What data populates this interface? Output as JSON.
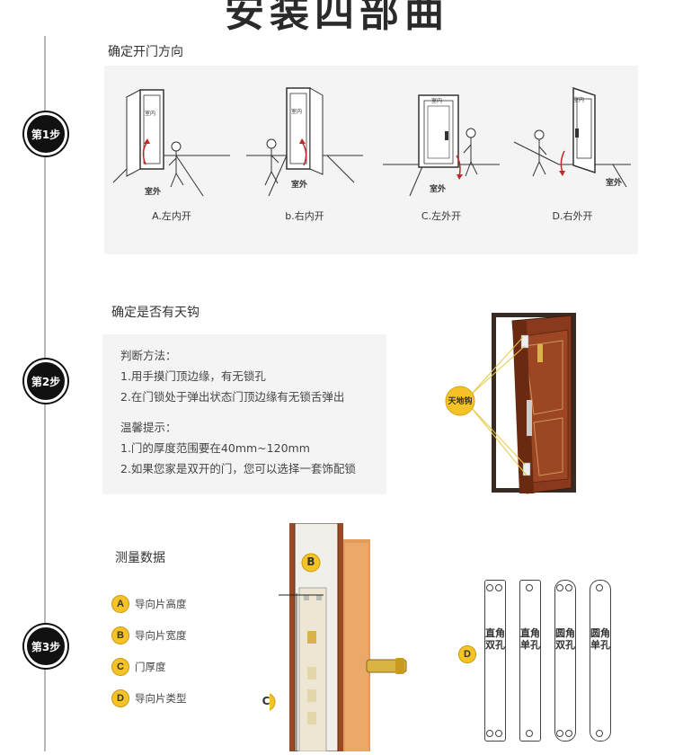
{
  "page": {
    "title": "安装四部曲"
  },
  "steps": [
    {
      "badge": "第1步"
    },
    {
      "badge": "第2步"
    },
    {
      "badge": "第3步"
    }
  ],
  "step1": {
    "title": "确定开门方向",
    "doors": [
      {
        "inside": "室内",
        "outside": "室外",
        "caption": "A.左内开"
      },
      {
        "inside": "室内",
        "outside": "室外",
        "caption": "b.右内开"
      },
      {
        "inside": "室内",
        "outside": "室外",
        "caption": "C.左外开"
      },
      {
        "inside": "室内",
        "outside": "室外",
        "caption": "D.右外开"
      }
    ]
  },
  "step2": {
    "title": "确定是否有天钩",
    "method_title": "判断方法：",
    "method_lines": [
      "1.用手摸门顶边缘，有无锁孔",
      "2.在门锁处于弹出状态门顶边缘有无锁舌弹出"
    ],
    "tips_title": "温馨提示：",
    "tips_lines": [
      "1.门的厚度范围要在40mm~120mm",
      "2.如果您家是双开的门，您可以选择一套饰配锁"
    ],
    "hook_label": "天地钩"
  },
  "step3": {
    "title": "测量数据",
    "items": [
      {
        "letter": "A",
        "label": "导向片高度"
      },
      {
        "letter": "B",
        "label": "导向片宽度"
      },
      {
        "letter": "C",
        "label": "门厚度"
      },
      {
        "letter": "D",
        "label": "导向片类型"
      }
    ],
    "diagram_letters": {
      "b": "B",
      "c": "C",
      "d": "D"
    },
    "plates": [
      {
        "label": "直角双孔"
      },
      {
        "label": "直角单孔"
      },
      {
        "label": "圆角双孔"
      },
      {
        "label": "圆角单孔"
      }
    ]
  },
  "colors": {
    "badge_bg": "#111111",
    "accent_gold": "#f6c327",
    "door_wood": "#8a3a1c",
    "panel_bg": "#f4f4f4"
  }
}
